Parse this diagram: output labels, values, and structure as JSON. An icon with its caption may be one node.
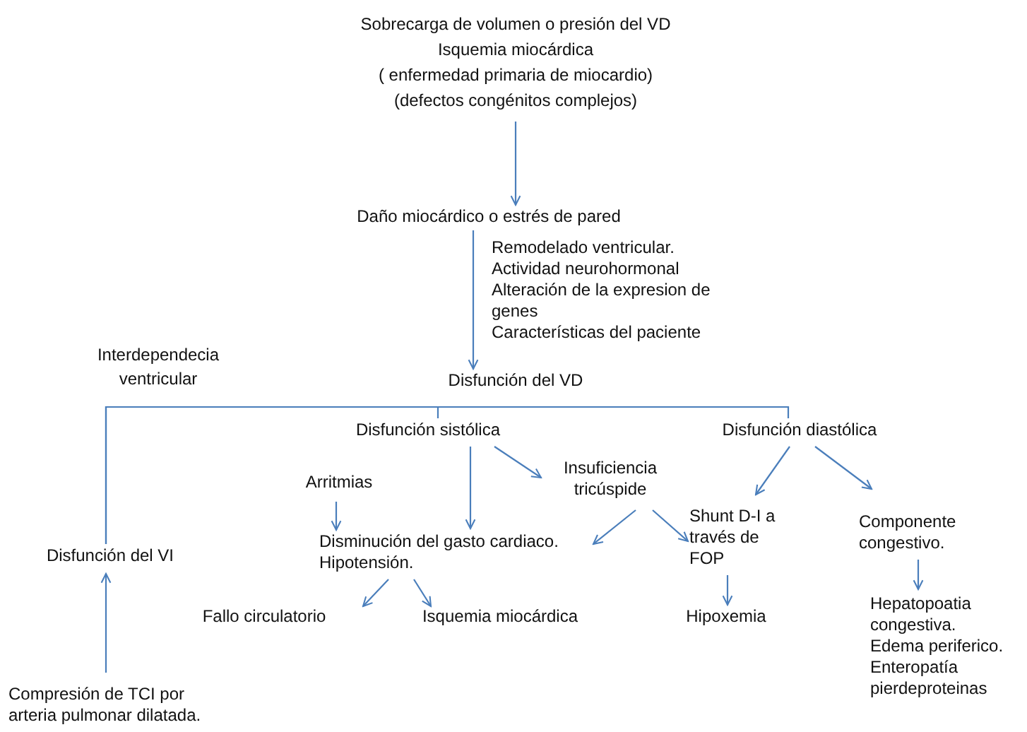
{
  "diagram": {
    "nodes": [
      {
        "text": [
          "Sobrecarga de volumen o presión del VD",
          "Isquemia miocárdica",
          "( enfermedad primaria de miocardio)",
          "(defectos congénitos complejos)"
        ]
      },
      {
        "text": [
          "Daño miocárdico o estrés de pared"
        ]
      },
      {
        "text": [
          "Disfunción del VD"
        ]
      },
      {
        "text": [
          "Disfunción sistólica"
        ]
      },
      {
        "text": [
          "Disfunción diastólica"
        ]
      },
      {
        "text": [
          "Arritmias"
        ]
      },
      {
        "text": [
          "Insuficiencia tricúspide"
        ]
      },
      {
        "text": [
          "Disminución del gasto cardiaco.",
          "Hipotensión."
        ]
      },
      {
        "text": [
          "Shunt D-I a través de FOP"
        ]
      },
      {
        "text": [
          "Componente congestivo."
        ]
      },
      {
        "text": [
          "Disfunción del VI"
        ]
      },
      {
        "text": [
          "Fallo circulatorio"
        ]
      },
      {
        "text": [
          "Isquemia miocárdica"
        ]
      },
      {
        "text": [
          "Hipoxemia"
        ]
      },
      {
        "text": [
          "Hepatopoatia congestiva.",
          "Edema periferico.",
          "Enteropatía pierdeproteinas"
        ]
      },
      {
        "text": [
          "Compresión de TCI por arteria pulmonar dilatada."
        ]
      }
    ],
    "edges": [
      {
        "from": 0,
        "to": 1,
        "arrow": "to"
      },
      {
        "from": 1,
        "to": 2,
        "arrow": "to"
      },
      {
        "from": 10,
        "to": 3,
        "arrow": "none"
      },
      {
        "from": 10,
        "to": 4,
        "arrow": "none"
      },
      {
        "from": 3,
        "to": 7,
        "arrow": "to"
      },
      {
        "from": 3,
        "to": 6,
        "arrow": "to"
      },
      {
        "from": 5,
        "to": 7,
        "arrow": "to"
      },
      {
        "from": 4,
        "to": 8,
        "arrow": "to"
      },
      {
        "from": 4,
        "to": 9,
        "arrow": "to"
      },
      {
        "from": 6,
        "to": 7,
        "arrow": "to"
      },
      {
        "from": 6,
        "to": 8,
        "arrow": "to"
      },
      {
        "from": 7,
        "to": 11,
        "arrow": "to"
      },
      {
        "from": 7,
        "to": 12,
        "arrow": "to"
      },
      {
        "from": 8,
        "to": 13,
        "arrow": "to"
      },
      {
        "from": 9,
        "to": 14,
        "arrow": "to"
      },
      {
        "from": 15,
        "to": 10,
        "arrow": "to"
      }
    ],
    "labels": [
      "Remodelado ventricular.",
      "Actividad neurohormonal",
      "Alteración de la expresion de genes",
      "Características del paciente",
      "Interdependecia ventricular"
    ]
  }
}
